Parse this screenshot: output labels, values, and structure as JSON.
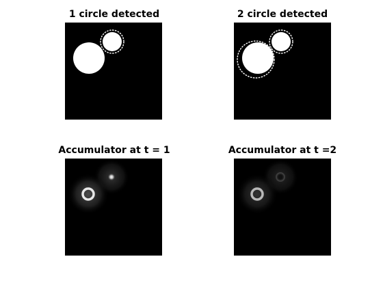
{
  "figure": {
    "panels": [
      {
        "title": "1 circle detected"
      },
      {
        "title": "2 circle detected"
      },
      {
        "title": "Accumulator at t = 1"
      },
      {
        "title": "Accumulator at t =2"
      }
    ]
  },
  "colors": {
    "background": "#ffffff",
    "image_background": "#000000",
    "foreground": "#ffffff"
  }
}
